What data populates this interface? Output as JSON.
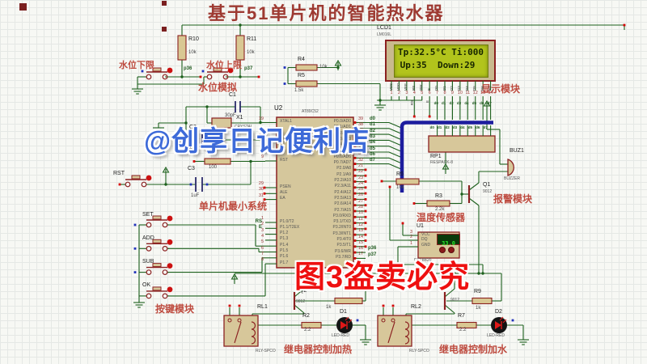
{
  "title": "基于51单片机的智能热水器",
  "watermark": "@创享日记便利店",
  "warning": "图3盗卖必究",
  "labels": {
    "water_low": "水位下限",
    "water_high": "水位上限",
    "water_sim": "水位模拟",
    "mcu_min": "单片机最小系统",
    "keys": "按键模块",
    "display": "显示模块",
    "alarm": "报警模块",
    "temp": "温度传感器",
    "relay_heat": "继电器控制加热",
    "relay_water": "继电器控制加水"
  },
  "lcd": {
    "ref": "LCD1",
    "part": "LM016L",
    "line1": "Tp:32.5°C Ti:000",
    "line2": " Up:35  Down:29",
    "pins": [
      "VSS",
      "VDD",
      "VEE",
      "RS",
      "RW",
      "E",
      "D0",
      "D1",
      "D2",
      "D3",
      "D4",
      "D5",
      "D6",
      "D7"
    ],
    "pin_numbers": [
      "1",
      "2",
      "3",
      "4",
      "5",
      "6",
      "7",
      "8",
      "9",
      "10",
      "11",
      "12",
      "13",
      "14"
    ]
  },
  "mcu": {
    "ref": "U2",
    "part": "AT89C52",
    "left_pins": [
      {
        "n": "19",
        "name": "XTAL1"
      },
      {
        "n": "18",
        "name": "XTAL2"
      },
      {
        "n": "9",
        "name": "RST"
      },
      {
        "n": "29",
        "name": "PSEN"
      },
      {
        "n": "30",
        "name": "ALE"
      },
      {
        "n": "31",
        "name": "EA"
      },
      {
        "n": "1",
        "name": "P1.0/T2"
      },
      {
        "n": "2",
        "name": "P1.1/T2EX"
      },
      {
        "n": "3",
        "name": "P1.2"
      },
      {
        "n": "4",
        "name": "P1.3"
      },
      {
        "n": "5",
        "name": "P1.4"
      },
      {
        "n": "6",
        "name": "P1.5"
      },
      {
        "n": "7",
        "name": "P1.6"
      },
      {
        "n": "8",
        "name": "P1.7"
      }
    ],
    "right_pins": [
      {
        "n": "39",
        "name": "P0.0/AD0"
      },
      {
        "n": "38",
        "name": "P0.1/AD1"
      },
      {
        "n": "37",
        "name": "P0.2/AD2"
      },
      {
        "n": "36",
        "name": "P0.3/AD3"
      },
      {
        "n": "35",
        "name": "P0.4/AD4"
      },
      {
        "n": "34",
        "name": "P0.5/AD5"
      },
      {
        "n": "33",
        "name": "P0.6/AD6"
      },
      {
        "n": "32",
        "name": "P0.7/AD7"
      },
      {
        "n": "21",
        "name": "P2.0/A8"
      },
      {
        "n": "22",
        "name": "P2.1/A9"
      },
      {
        "n": "23",
        "name": "P2.2/A10"
      },
      {
        "n": "24",
        "name": "P2.3/A11"
      },
      {
        "n": "25",
        "name": "P2.4/A12"
      },
      {
        "n": "26",
        "name": "P2.5/A13"
      },
      {
        "n": "27",
        "name": "P2.6/A14"
      },
      {
        "n": "28",
        "name": "P2.7/A15"
      },
      {
        "n": "10",
        "name": "P3.0/RXD"
      },
      {
        "n": "11",
        "name": "P3.1/TXD"
      },
      {
        "n": "12",
        "name": "P3.2/INT0"
      },
      {
        "n": "13",
        "name": "P3.3/INT1"
      },
      {
        "n": "14",
        "name": "P3.4/T0"
      },
      {
        "n": "15",
        "name": "P3.5/T1"
      },
      {
        "n": "16",
        "name": "P3.6/WR"
      },
      {
        "n": "17",
        "name": "P3.7/RD"
      }
    ]
  },
  "nets": {
    "d": [
      "d0",
      "d1",
      "d2",
      "d3",
      "d4",
      "d5",
      "d6",
      "d7"
    ],
    "p36": "p36",
    "p37": "p37",
    "rs": "RS",
    "e": "E"
  },
  "keys": [
    "SET",
    "ADD",
    "SUB",
    "OK"
  ],
  "components": {
    "r10": {
      "ref": "R10",
      "value": "10k"
    },
    "r11": {
      "ref": "R11",
      "value": "10k"
    },
    "r4": {
      "ref": "R4",
      "value": "10k"
    },
    "r5": {
      "ref": "R5",
      "value": "1.5k"
    },
    "c1": {
      "ref": "C1",
      "value": "30pF"
    },
    "c2": {
      "ref": "C2",
      "value": "30pF"
    },
    "x1": {
      "ref": "X1",
      "value": "CRYSTAL"
    },
    "r1": {
      "value": "100"
    },
    "c3": {
      "ref": "C3",
      "value": "1uF"
    },
    "rst": {
      "label": "RST"
    },
    "rp1": {
      "ref": "RP1",
      "value": "RESPACK-8"
    },
    "buz1": {
      "ref": "BUZ1",
      "value": "BUZZER"
    },
    "q1": {
      "ref": "Q1",
      "value": "9012"
    },
    "r6": {
      "ref": "R6",
      "value": "10k"
    },
    "r3": {
      "ref": "R3",
      "value": "2.2k"
    },
    "u1": {
      "ref": "U1",
      "part": "DS18B20",
      "reading": "33.0",
      "pins": [
        "VCC",
        "DQ",
        "GND"
      ],
      "pin_numbers": [
        "3",
        "2",
        "1"
      ]
    },
    "rl1": {
      "ref": "RL1",
      "value": "RLY-SPCO"
    },
    "rl2": {
      "ref": "RL2",
      "value": "RLY-SPCO"
    },
    "q2": {
      "ref": "Q2",
      "value": "9012"
    },
    "q3": {
      "value": "9012"
    },
    "r8": {
      "value": "1k"
    },
    "r9": {
      "ref": "R9",
      "value": "1k"
    },
    "r2": {
      "ref": "R2",
      "value": "2.2"
    },
    "r7": {
      "ref": "R7",
      "value": "2.2"
    },
    "d1": {
      "ref": "D1",
      "value": "LED-RED"
    },
    "d2": {
      "ref": "D2",
      "value": "LED-RED"
    }
  }
}
